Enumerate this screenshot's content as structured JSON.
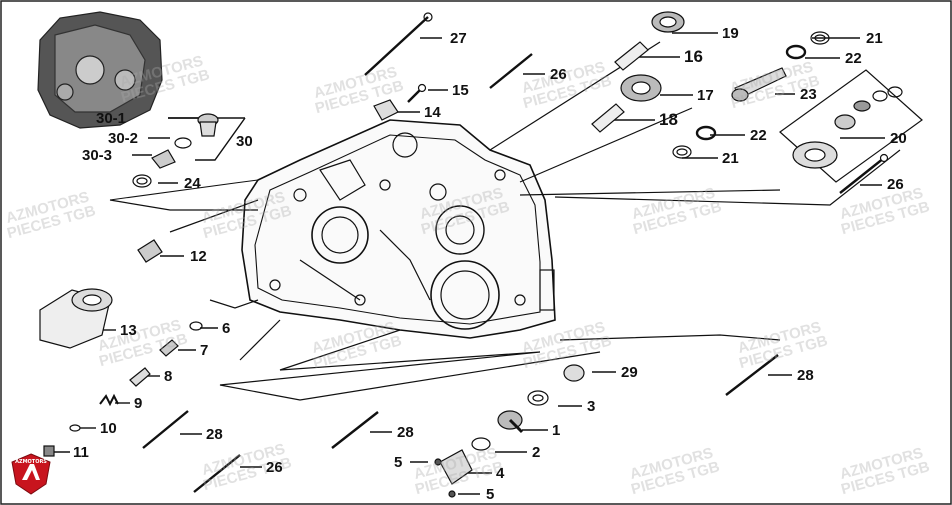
{
  "diagram": {
    "callouts": {
      "c1": "1",
      "c2": "2",
      "c3": "3",
      "c4": "4",
      "c5a": "5",
      "c5b": "5",
      "c6": "6",
      "c7": "7",
      "c8": "8",
      "c9": "9",
      "c10": "10",
      "c11": "11",
      "c12": "12",
      "c13": "13",
      "c14": "14",
      "c15": "15",
      "c16": "16",
      "c17": "17",
      "c18": "18",
      "c19": "19",
      "c20": "20",
      "c21a": "21",
      "c21b": "21",
      "c22a": "22",
      "c22b": "22",
      "c23": "23",
      "c24": "24",
      "c26a": "26",
      "c26b": "26",
      "c26c": "26",
      "c27": "27",
      "c28a": "28",
      "c28b": "28",
      "c28c": "28",
      "c29": "29",
      "c30": "30",
      "c30_1": "30-1",
      "c30_2": "30-2",
      "c30_3": "30-3"
    },
    "watermark": {
      "line1": "AZMOTORS",
      "line2": "PIECES TGB"
    },
    "logo_text": "AZMOTORS"
  },
  "colors": {
    "line": "#111111",
    "logo_red": "#c8141e",
    "watermark": "#aaaaaa"
  }
}
